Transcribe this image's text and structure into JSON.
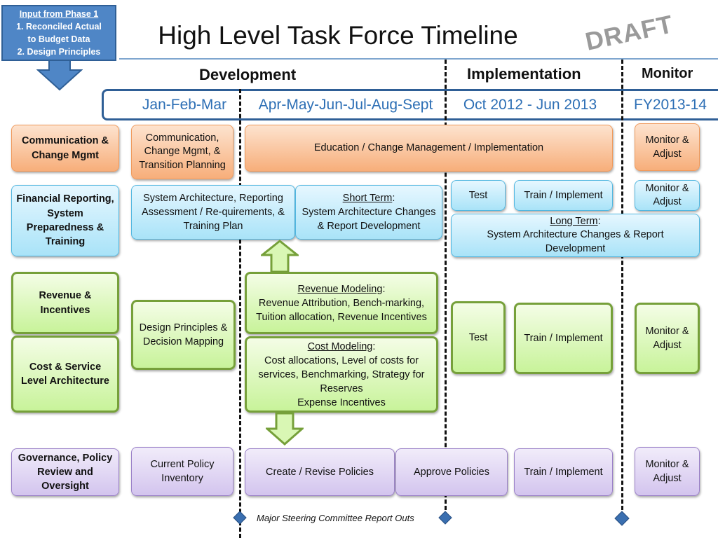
{
  "header": {
    "title": "High Level Task Force Timeline",
    "draft_label": "DRAFT",
    "input_box": {
      "title": "Input from Phase 1",
      "line1": "1. Reconciled Actual",
      "line2": "to Budget Data",
      "line3": "2. Design Principles"
    }
  },
  "phases": {
    "development": "Development",
    "implementation": "Implementation",
    "monitor": "Monitor"
  },
  "periods": {
    "p1": "Jan-Feb-Mar",
    "p2": "Apr-May-Jun-Jul-Aug-Sept",
    "p3": "Oct 2012 - Jun 2013",
    "p4": "FY2013-14"
  },
  "rows": {
    "communication": {
      "label": "Communication & Change Mgmt",
      "planning": "Communication, Change Mgmt, & Transition Planning",
      "education": "Education / Change Management / Implementation",
      "monitor": "Monitor & Adjust"
    },
    "financial": {
      "label": "Financial Reporting, System Preparedness & Training",
      "architecture": "System Architecture, Reporting Assessment / Re-quirements, & Training Plan",
      "short_term_title": "Short Term",
      "short_term_body": "System Architecture Changes & Report Development",
      "test": "Test",
      "train": "Train / Implement",
      "monitor": "Monitor & Adjust",
      "long_term_title": "Long Term",
      "long_term_body": "System Architecture Changes & Report Development"
    },
    "revenue": {
      "label": "Revenue & Incentives",
      "modeling_title": "Revenue Modeling",
      "modeling_body": "Revenue Attribution, Bench-marking, Tuition allocation, Revenue Incentives"
    },
    "cost": {
      "label": "Cost & Service Level Architecture",
      "modeling_title": "Cost Modeling",
      "modeling_body": "Cost allocations, Level of costs for services, Benchmarking, Strategy for Reserves",
      "modeling_tail": "Expense Incentives"
    },
    "shared_green": {
      "design": "Design Principles & Decision Mapping",
      "test": "Test",
      "train": "Train / Implement",
      "monitor": "Monitor & Adjust"
    },
    "governance": {
      "label": "Governance, Policy Review and Oversight",
      "inventory": "Current Policy Inventory",
      "create": "Create / Revise Policies",
      "approve": "Approve Policies",
      "train": "Train / Implement",
      "monitor": "Monitor & Adjust"
    }
  },
  "footer": {
    "milestone_label": "Major Steering Committee Report Outs"
  },
  "colors": {
    "orange": "#f7ae7a",
    "blue": "#a9e3f8",
    "green": "#c8f39a",
    "purple": "#d3c4ee",
    "period_text": "#2d6fb5",
    "input_box": "#4f86c6",
    "milestone": "#3a6fb0"
  }
}
